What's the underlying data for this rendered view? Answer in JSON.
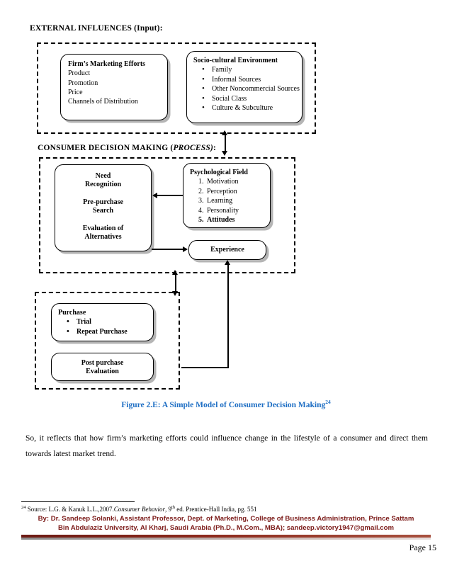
{
  "sections": {
    "external": {
      "heading_main": "EXTERNAL INFLUENCES (Input):"
    },
    "process": {
      "heading_pre": "CONSUMER DECISION MAKING (",
      "heading_italic": "PROCESS)",
      "heading_post": ":"
    }
  },
  "boxes": {
    "firm": {
      "title": "Firm’s Marketing Efforts",
      "items": [
        "Product",
        "Promotion",
        "Price",
        "Channels of Distribution"
      ]
    },
    "socio": {
      "title": "Socio-cultural Environment",
      "items": [
        "Family",
        "Informal Sources",
        "Other Noncommercial Sources",
        "Social Class",
        "Culture & Subculture"
      ]
    },
    "need": {
      "line1": "Need",
      "line2": "Recognition",
      "line3": "Pre-purchase",
      "line4": "Search",
      "line5": "Evaluation of",
      "line6": "Alternatives"
    },
    "psych": {
      "title": "Psychological Field",
      "items": [
        "Motivation",
        "Perception",
        "Learning",
        "Personality",
        "Attitudes"
      ]
    },
    "experience": {
      "label": "Experience"
    },
    "purchase": {
      "title": "Purchase",
      "items": [
        "Trial",
        "Repeat Purchase"
      ]
    },
    "postpurchase": {
      "line1": "Post purchase",
      "line2": "Evaluation"
    }
  },
  "caption": {
    "text": "Figure 2.E: A Simple Model of Consumer Decision Making",
    "superscript": "24",
    "color": "#1F6FC4"
  },
  "body": {
    "paragraph": "So, it reflects that how firm’s marketing efforts could influence change in the lifestyle of a consumer and direct them towards latest market trend."
  },
  "footnote": {
    "marker": "24",
    "part1": " Source: L.G. & Kanuk L.L.,2007.",
    "italic": "Consumer Behavior",
    "part2": ", 9",
    "sup": "th",
    "part3": " ed. Prentice-Hall India, pg. 551"
  },
  "footer": {
    "line1": "By: Dr. Sandeep Solanki, Assistant Professor, Dept. of Marketing, College of Business Administration, Prince Sattam",
    "line2": "Bin Abdulaziz University, Al Kharj, Saudi Arabia (Ph.D., M.Com., MBA); sandeep.victory1947@gmail.com",
    "color": "#7B1A18",
    "page_label": "Page 15"
  }
}
